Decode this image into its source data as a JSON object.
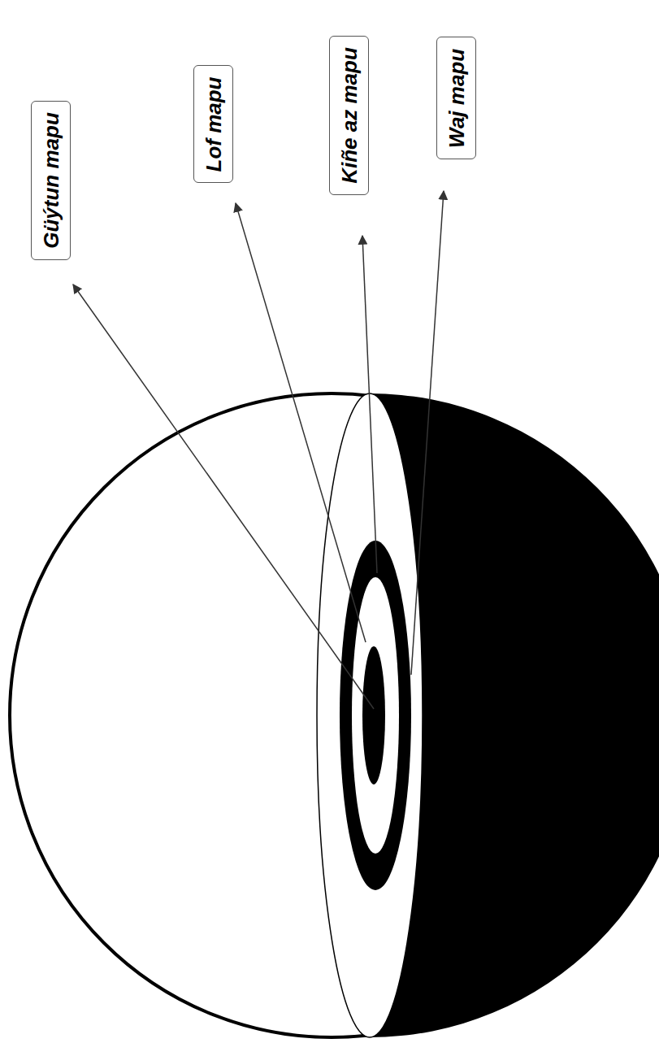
{
  "diagram": {
    "nodes": [
      {
        "text": [
          "Güýtun mapu"
        ]
      },
      {
        "text": [
          "Lof mapu"
        ]
      },
      {
        "text": [
          "Kiñe az mapu"
        ]
      },
      {
        "text": [
          "Waj mapu"
        ]
      }
    ]
  }
}
